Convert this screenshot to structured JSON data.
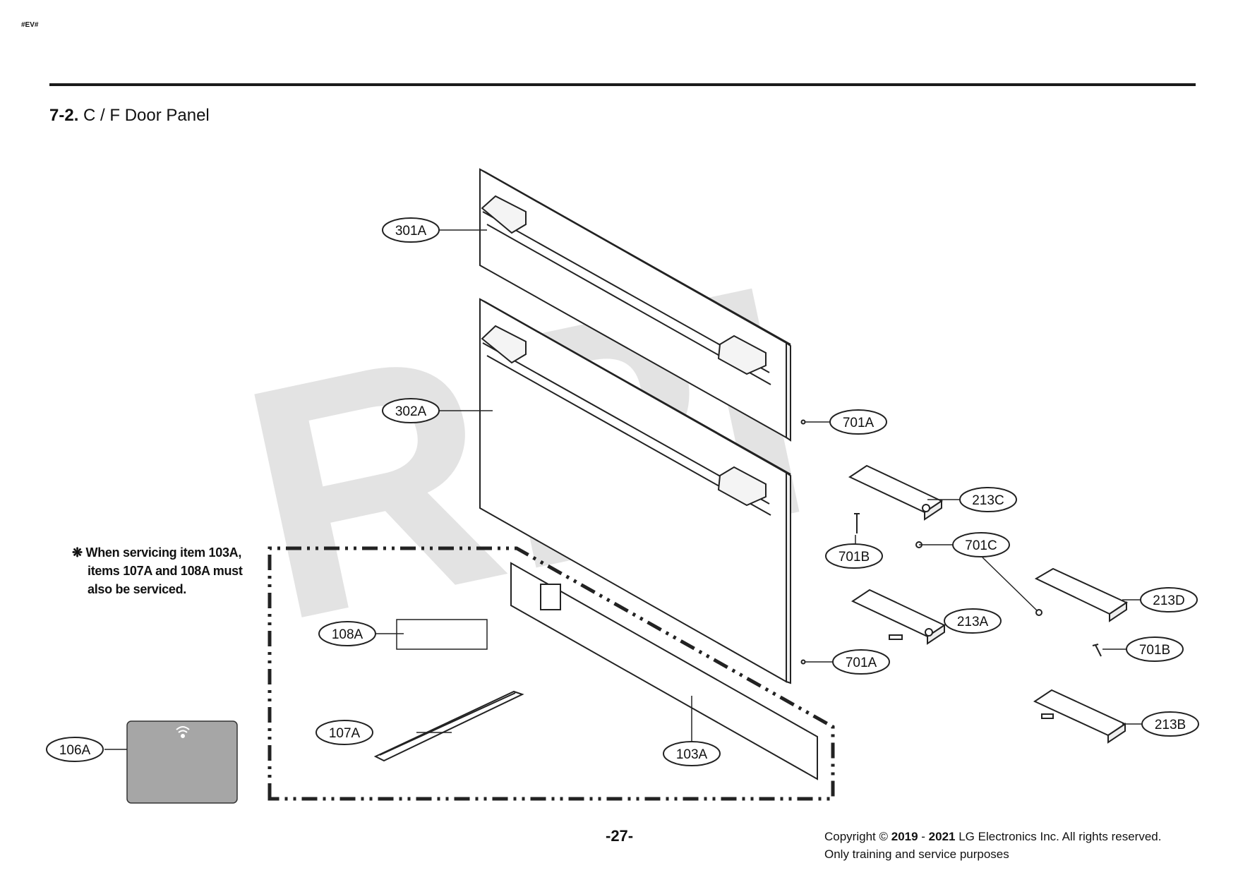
{
  "header": {
    "doc_code": "#EV#"
  },
  "section": {
    "number": "7-2.",
    "title": "C / F Door Panel"
  },
  "watermark": "RPI",
  "note": {
    "symbol": "❋",
    "line1": "When servicing item 103A,",
    "line2": "items 107A and 108A must",
    "line3": "also be serviced."
  },
  "callouts": {
    "c301A": "301A",
    "c302A": "302A",
    "c701A_top": "701A",
    "c213C": "213C",
    "c701B_left": "701B",
    "c701C": "701C",
    "c213D": "213D",
    "c213A": "213A",
    "c701B_right": "701B",
    "c701A_bottom": "701A",
    "c213B": "213B",
    "c108A": "108A",
    "c107A": "107A",
    "c103A": "103A",
    "c106A": "106A"
  },
  "footer": {
    "page_number": "-27-",
    "copyright_prefix": "Copyright © ",
    "year_start": "2019",
    "year_sep": " - ",
    "year_end": "2021",
    "copyright_suffix": " LG Electronics Inc. All rights reserved.",
    "notice": "Only training and service purposes"
  }
}
